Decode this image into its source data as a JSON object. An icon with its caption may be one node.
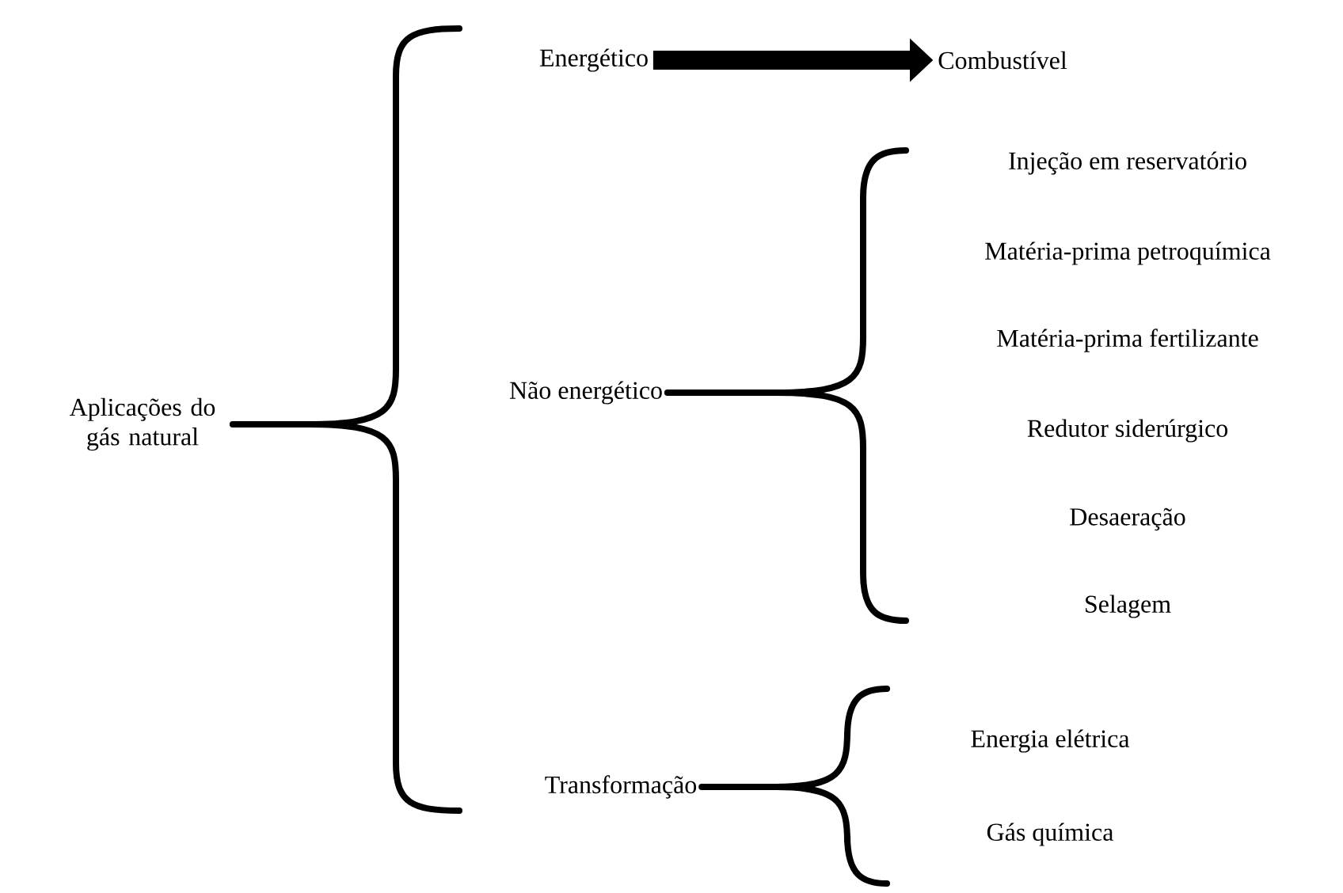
{
  "diagram": {
    "nodes": [
      {
        "text": [
          "Aplicações do gás natural"
        ]
      },
      {
        "text": [
          "Energético"
        ]
      },
      {
        "text": [
          "Não energético"
        ]
      },
      {
        "text": [
          "Transformação"
        ]
      },
      {
        "text": [
          "Combustível"
        ]
      },
      {
        "text": [
          "Injeção em reservatório"
        ]
      },
      {
        "text": [
          "Matéria-prima petroquímica"
        ]
      },
      {
        "text": [
          "Matéria-prima fertilizante"
        ]
      },
      {
        "text": [
          "Redutor siderúrgico"
        ]
      },
      {
        "text": [
          "Desaeração"
        ]
      },
      {
        "text": [
          "Selagem"
        ]
      },
      {
        "text": [
          "Energia elétrica"
        ]
      },
      {
        "text": [
          "Gás química"
        ]
      }
    ],
    "edges": [
      {
        "from": 1,
        "to": 4,
        "arrow": "to"
      }
    ]
  }
}
